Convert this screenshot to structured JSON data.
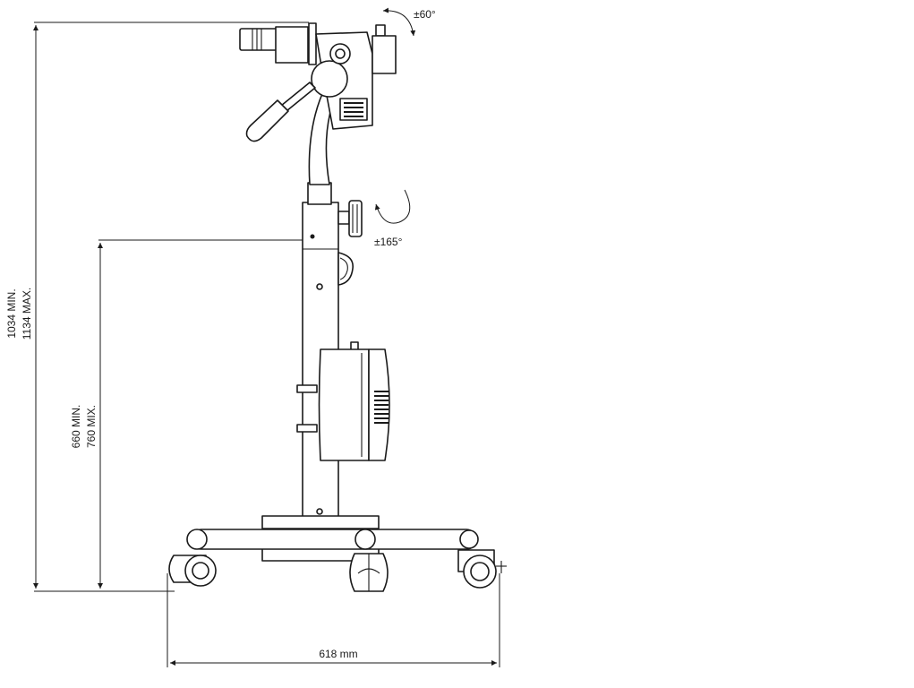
{
  "dimensions": {
    "total_height": {
      "line1": "1034 MIN.",
      "line2": "1134 MAX."
    },
    "arm_height": {
      "line1": "660 MIN.",
      "line2": "760 MIX."
    },
    "base_width": "618 mm"
  },
  "rotations": {
    "head_tilt": "±60°",
    "arm_swivel": "±165°"
  }
}
